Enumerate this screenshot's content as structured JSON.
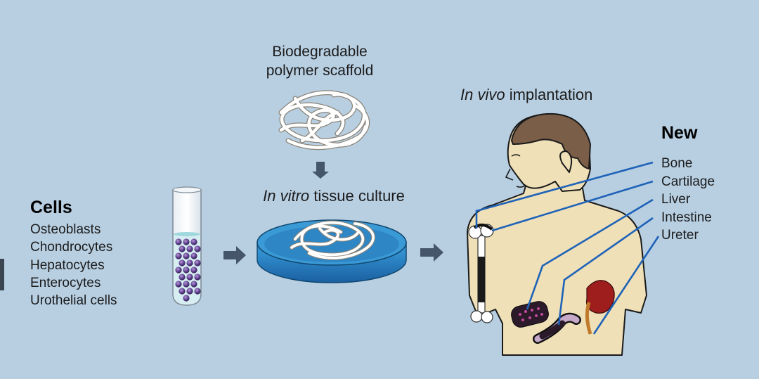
{
  "scaffold": {
    "line1": "Biodegradable",
    "line2": "polymer scaffold"
  },
  "in_vitro": {
    "italic": "In vitro",
    "rest": " tissue culture"
  },
  "in_vivo": {
    "italic": "In vivo",
    "rest": " implantation"
  },
  "cells": {
    "heading": "Cells",
    "items": [
      "Osteoblasts",
      "Chondrocytes",
      "Hepatocytes",
      "Enterocytes",
      "Urothelial cells"
    ]
  },
  "new_tissue": {
    "heading": "New",
    "items": [
      "Bone",
      "Cartilage",
      "Liver",
      "Intestine",
      "Ureter"
    ]
  },
  "colors": {
    "background": "#b8cfe2",
    "connector": "#1f63b8",
    "arrow": "#46566a",
    "skin": "#efe0b8",
    "dish": "#2e8fd0"
  }
}
